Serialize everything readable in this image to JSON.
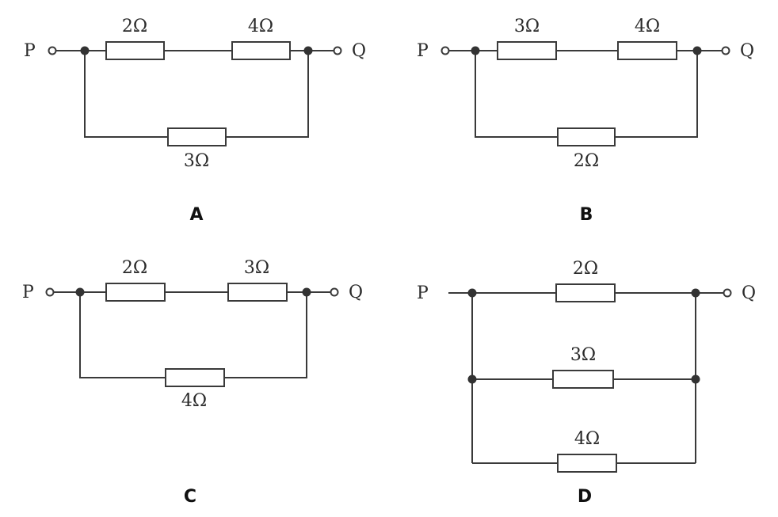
{
  "circuits": [
    {
      "caption": "A",
      "terminal_left": "P",
      "terminal_right": "Q",
      "resistors": [
        "2Ω",
        "4Ω",
        "3Ω"
      ]
    },
    {
      "caption": "B",
      "terminal_left": "P",
      "terminal_right": "Q",
      "resistors": [
        "3Ω",
        "4Ω",
        "2Ω"
      ]
    },
    {
      "caption": "C",
      "terminal_left": "P",
      "terminal_right": "Q",
      "resistors": [
        "2Ω",
        "3Ω",
        "4Ω"
      ]
    },
    {
      "caption": "D",
      "terminal_left": "P",
      "terminal_right": "Q",
      "resistors": [
        "2Ω",
        "3Ω",
        "4Ω"
      ]
    }
  ]
}
